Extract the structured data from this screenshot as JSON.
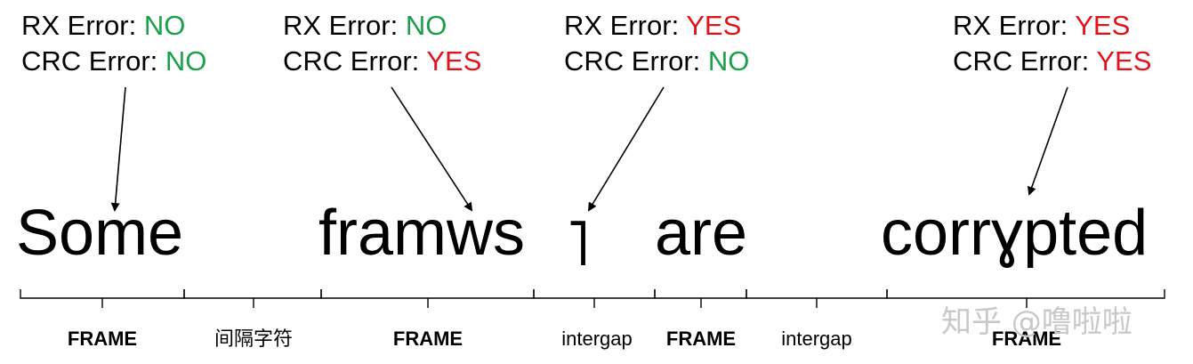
{
  "status_boxes": [
    {
      "rx_label": "RX Error:",
      "rx_value": "NO",
      "crc_label": "CRC Error:",
      "crc_value": "NO"
    },
    {
      "rx_label": "RX Error:",
      "rx_value": "NO",
      "crc_label": "CRC Error:",
      "crc_value": "YES"
    },
    {
      "rx_label": "RX Error:",
      "rx_value": "YES",
      "crc_label": "CRC Error:",
      "crc_value": "NO"
    },
    {
      "rx_label": "RX Error:",
      "rx_value": "YES",
      "crc_label": "CRC Error:",
      "crc_value": "YES"
    }
  ],
  "words": [
    "Some",
    "framws",
    "˥",
    "are",
    "corrɣpted"
  ],
  "segments": [
    "FRAME",
    "间隔字符",
    "FRAME",
    "intergap",
    "FRAME",
    "intergap",
    "FRAME"
  ],
  "watermark": "知乎 @噜啦啦",
  "colors": {
    "yes": "#e0141a",
    "no": "#1aa04a"
  }
}
